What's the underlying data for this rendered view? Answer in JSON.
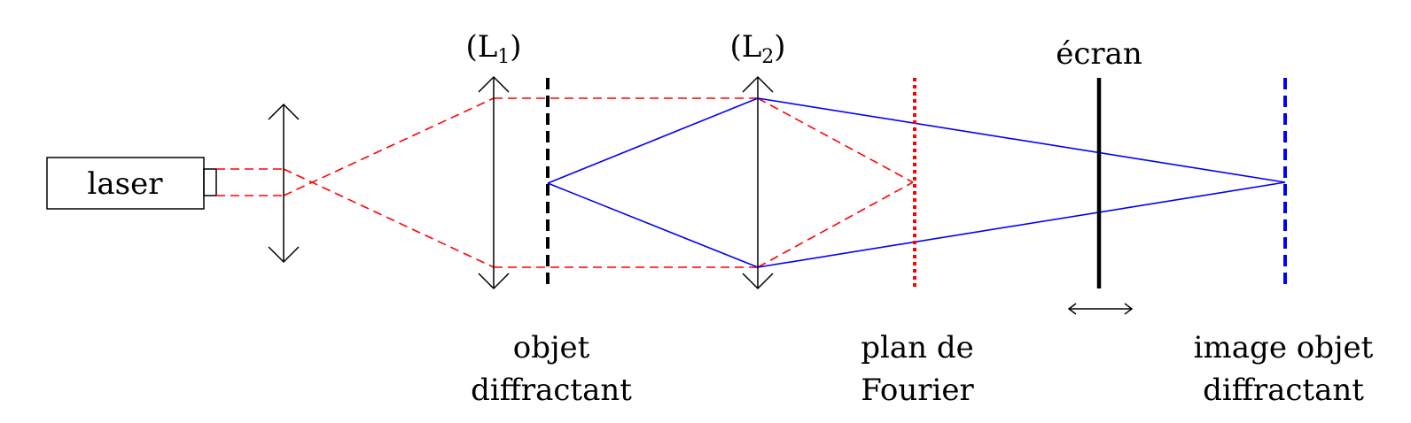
{
  "labels": {
    "laser": "laser",
    "lens1": "(L",
    "lens1_sub": "1",
    "lens1_close": ")",
    "lens2": "(L",
    "lens2_sub": "2",
    "lens2_close": ")",
    "screen": "écran",
    "object_line1": "objet",
    "object_line2": "diffractant",
    "fourier_line1": "plan de",
    "fourier_line2": "Fourier",
    "image_line1": "image objet",
    "image_line2": "diffractant"
  },
  "colors": {
    "laser_beam": "#ff0000",
    "image_rays": "#0000ff",
    "object_plane": "#000000",
    "fourier_plane": "#ff0000",
    "image_plane": "#0000ff",
    "screen": "#000000"
  }
}
